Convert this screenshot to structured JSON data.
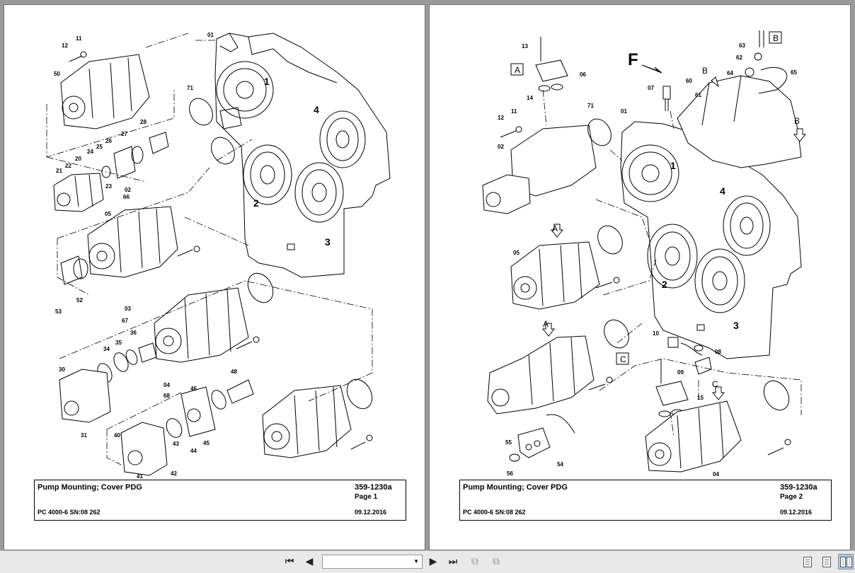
{
  "pages": [
    {
      "title": "Pump Mounting; Cover PDG",
      "doc_number": "359-1230a",
      "page_label": "Page 1",
      "model": "PC 4000-6 SN:08 262",
      "date": "09.12.2016",
      "callouts": [
        "01",
        "02",
        "03",
        "04",
        "05",
        "11",
        "12",
        "20",
        "21",
        "22",
        "23",
        "24",
        "25",
        "26",
        "27",
        "28",
        "30",
        "31",
        "34",
        "35",
        "36",
        "40",
        "41",
        "42",
        "43",
        "44",
        "45",
        "46",
        "48",
        "50",
        "52",
        "53",
        "66",
        "67",
        "68",
        "71",
        "1",
        "2",
        "3",
        "4"
      ]
    },
    {
      "title": "Pump Mounting; Cover PDG",
      "doc_number": "359-1230a",
      "page_label": "Page 2",
      "model": "PC 4000-6 SN:08 262",
      "date": "09.12.2016",
      "callouts": [
        "01",
        "02",
        "04",
        "05",
        "06",
        "07",
        "08",
        "09",
        "10",
        "11",
        "12",
        "13",
        "14",
        "15",
        "54",
        "55",
        "56",
        "60",
        "61",
        "62",
        "63",
        "64",
        "65",
        "71",
        "1",
        "2",
        "3",
        "4",
        "A",
        "B",
        "C",
        "F"
      ]
    }
  ],
  "toolbar": {
    "first_icon": "first-page-icon",
    "prev_icon": "previous-page-icon",
    "page_select_value": "",
    "next_icon": "next-page-icon",
    "last_icon": "last-page-icon",
    "view_icons": [
      "single-page-icon",
      "continuous-page-icon",
      "two-page-icon"
    ]
  }
}
